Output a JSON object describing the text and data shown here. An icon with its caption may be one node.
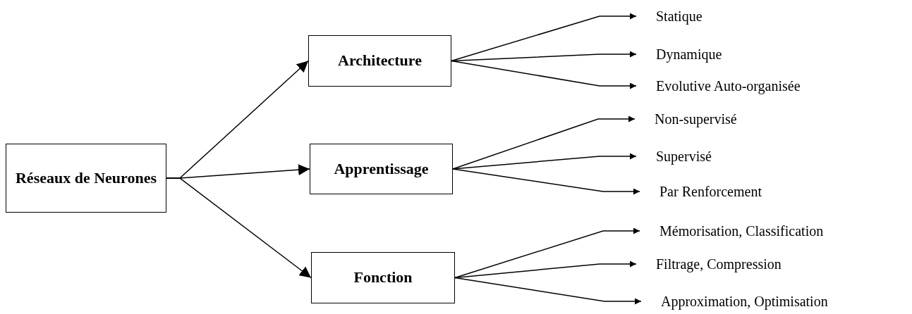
{
  "diagram": {
    "nodes": [
      {
        "text": [
          "Réseaux de Neurones"
        ]
      },
      {
        "text": [
          "Architecture"
        ]
      },
      {
        "text": [
          "Apprentissage"
        ]
      },
      {
        "text": [
          "Fonction"
        ]
      },
      {
        "text": [
          "Statique"
        ]
      },
      {
        "text": [
          "Dynamique"
        ]
      },
      {
        "text": [
          "Evolutive Auto-organisée"
        ]
      },
      {
        "text": [
          "Non-supervisé"
        ]
      },
      {
        "text": [
          "Supervisé"
        ]
      },
      {
        "text": [
          "Par Renforcement"
        ]
      },
      {
        "text": [
          "Mémorisation, Classification"
        ]
      },
      {
        "text": [
          "Filtrage, Compression"
        ]
      },
      {
        "text": [
          "Approximation, Optimisation"
        ]
      }
    ],
    "edges": [
      {
        "from": 0,
        "to": 1,
        "arrow": "to"
      },
      {
        "from": 0,
        "to": 2,
        "arrow": "to"
      },
      {
        "from": 0,
        "to": 3,
        "arrow": "to"
      },
      {
        "from": 1,
        "to": 4,
        "arrow": "to"
      },
      {
        "from": 1,
        "to": 5,
        "arrow": "to"
      },
      {
        "from": 1,
        "to": 6,
        "arrow": "to"
      },
      {
        "from": 2,
        "to": 7,
        "arrow": "to"
      },
      {
        "from": 2,
        "to": 8,
        "arrow": "to"
      },
      {
        "from": 2,
        "to": 9,
        "arrow": "to"
      },
      {
        "from": 3,
        "to": 10,
        "arrow": "to"
      },
      {
        "from": 3,
        "to": 11,
        "arrow": "to"
      },
      {
        "from": 3,
        "to": 12,
        "arrow": "to"
      }
    ]
  }
}
